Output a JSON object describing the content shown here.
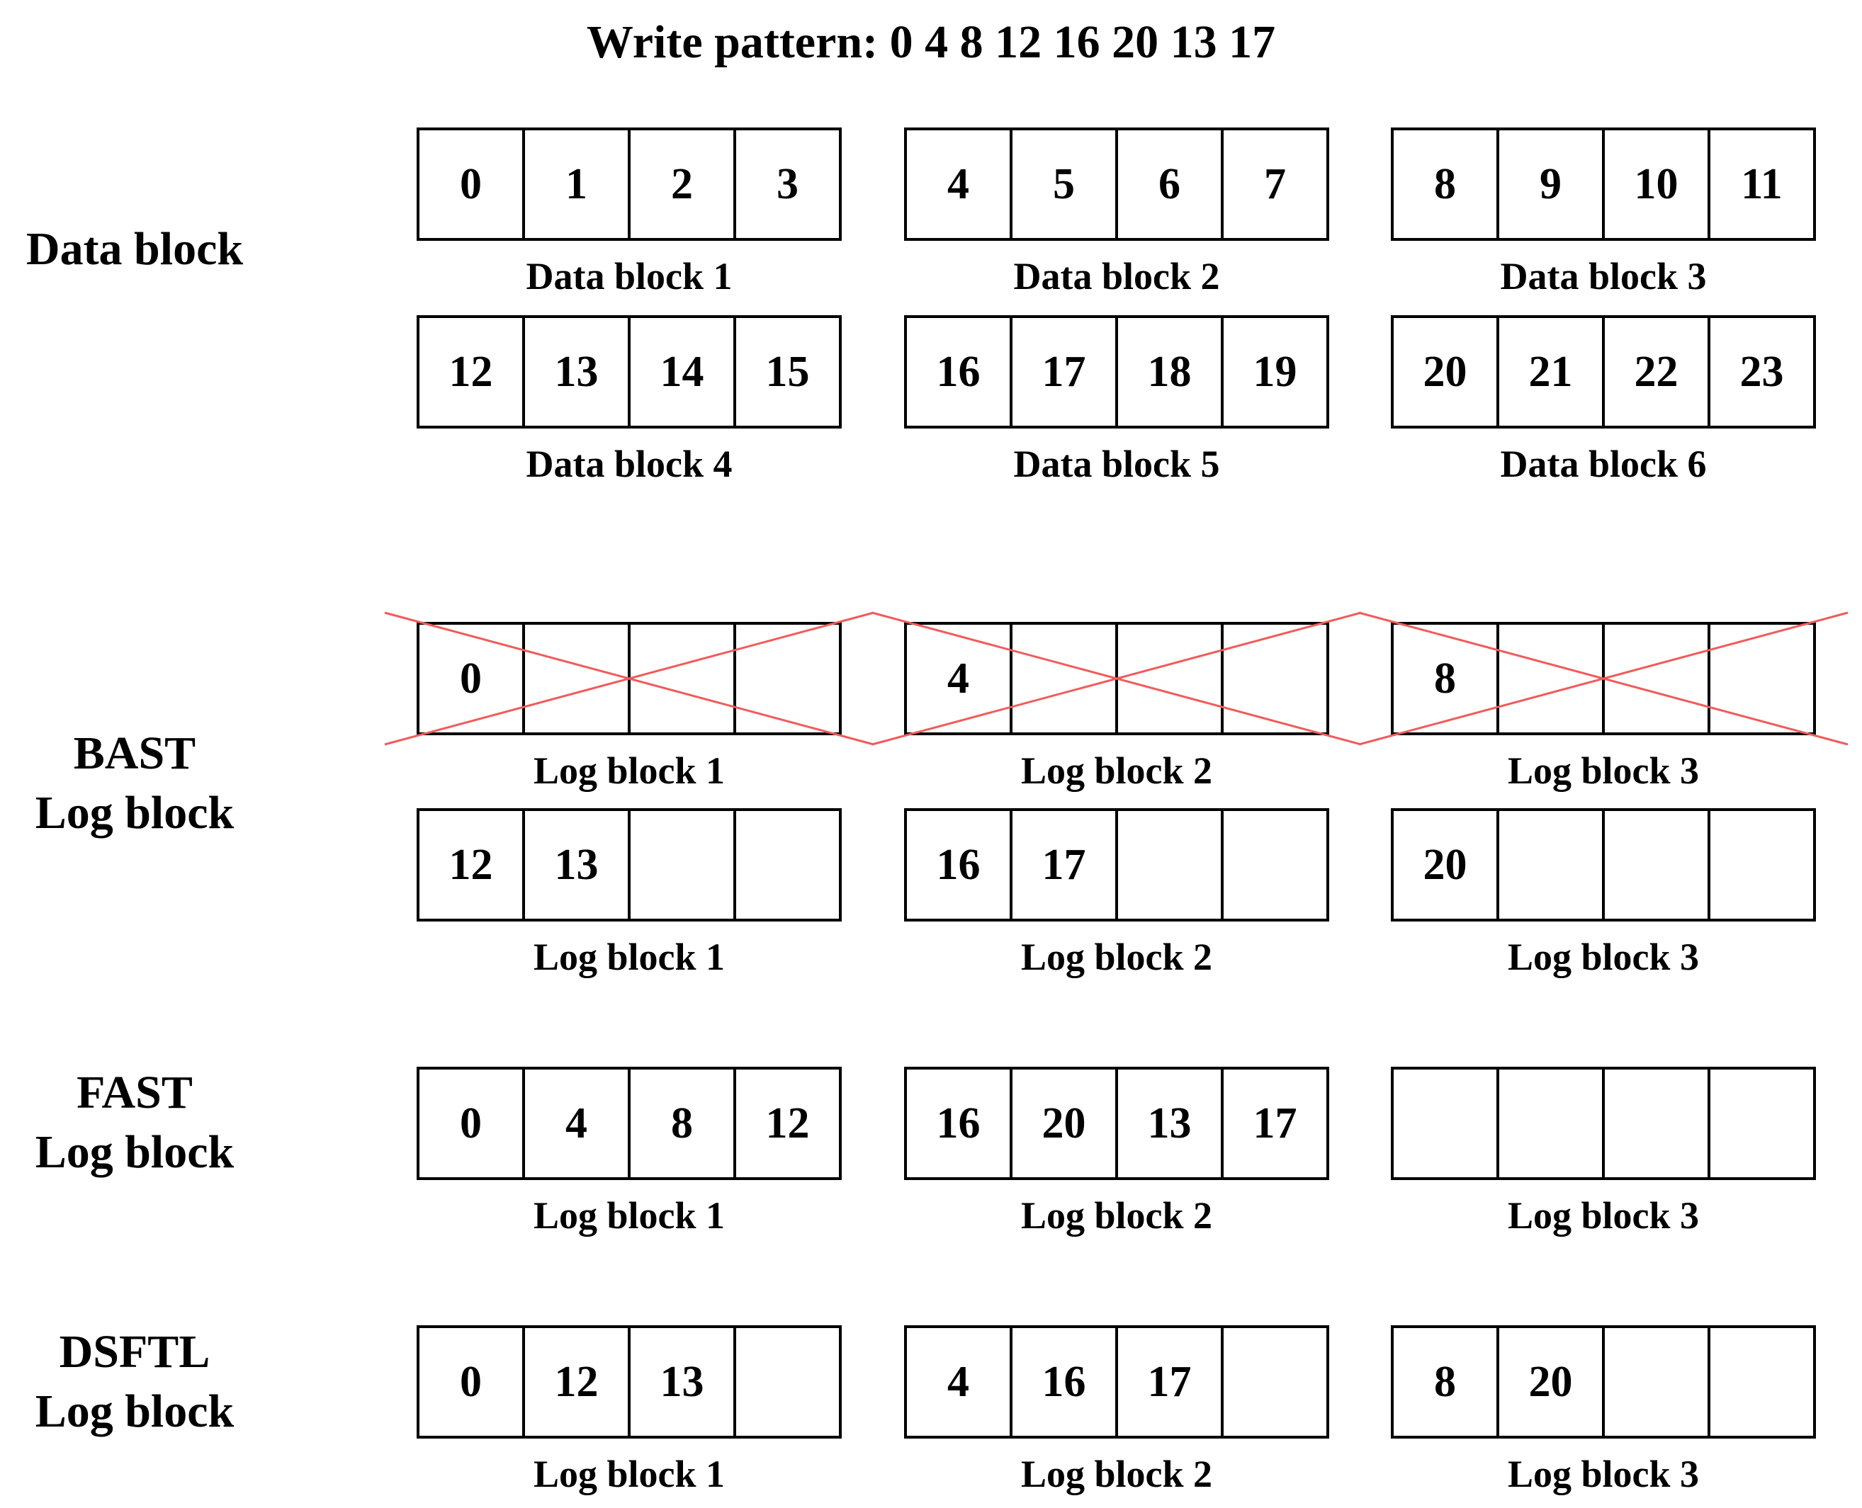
{
  "title": "Write pattern: 0 4 8 12 16 20 13 17",
  "section_labels": {
    "data": [
      "Data block"
    ],
    "bast": [
      "BAST",
      "Log block"
    ],
    "fast": [
      "FAST",
      "Log block"
    ],
    "dsftl": [
      "DSFTL",
      "Log block"
    ]
  },
  "data_blocks": [
    {
      "caption": "Data block 1",
      "cells": [
        "0",
        "1",
        "2",
        "3"
      ]
    },
    {
      "caption": "Data block 2",
      "cells": [
        "4",
        "5",
        "6",
        "7"
      ]
    },
    {
      "caption": "Data block 3",
      "cells": [
        "8",
        "9",
        "10",
        "11"
      ]
    },
    {
      "caption": "Data block 4",
      "cells": [
        "12",
        "13",
        "14",
        "15"
      ]
    },
    {
      "caption": "Data block 5",
      "cells": [
        "16",
        "17",
        "18",
        "19"
      ]
    },
    {
      "caption": "Data block 6",
      "cells": [
        "20",
        "21",
        "22",
        "23"
      ]
    }
  ],
  "bast_crossed": [
    {
      "caption": "Log block 1",
      "cells": [
        "0",
        "",
        "",
        ""
      ],
      "crossed": true
    },
    {
      "caption": "Log block 2",
      "cells": [
        "4",
        "",
        "",
        ""
      ],
      "crossed": true
    },
    {
      "caption": "Log block 3",
      "cells": [
        "8",
        "",
        "",
        ""
      ],
      "crossed": true
    }
  ],
  "bast_active": [
    {
      "caption": "Log block 1",
      "cells": [
        "12",
        "13",
        "",
        ""
      ]
    },
    {
      "caption": "Log block 2",
      "cells": [
        "16",
        "17",
        "",
        ""
      ]
    },
    {
      "caption": "Log block 3",
      "cells": [
        "20",
        "",
        "",
        ""
      ]
    }
  ],
  "fast": [
    {
      "caption": "Log block 1",
      "cells": [
        "0",
        "4",
        "8",
        "12"
      ]
    },
    {
      "caption": "Log block 2",
      "cells": [
        "16",
        "20",
        "13",
        "17"
      ]
    },
    {
      "caption": "Log block 3",
      "cells": [
        "",
        "",
        "",
        ""
      ]
    }
  ],
  "dsftl": [
    {
      "caption": "Log block 1",
      "cells": [
        "0",
        "12",
        "13",
        ""
      ]
    },
    {
      "caption": "Log block 2",
      "cells": [
        "4",
        "16",
        "17",
        ""
      ]
    },
    {
      "caption": "Log block 3",
      "cells": [
        "8",
        "20",
        "",
        ""
      ]
    }
  ],
  "colors": {
    "cross": "#f25a5a",
    "border": "#000000"
  }
}
